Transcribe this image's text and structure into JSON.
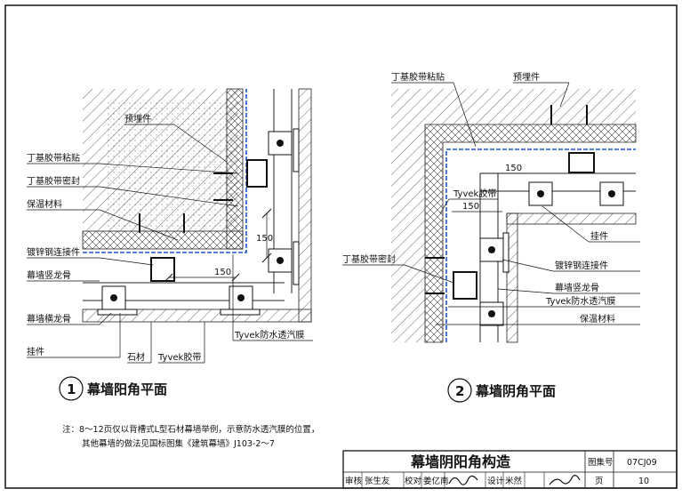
{
  "detail1": {
    "number": "1",
    "title": "幕墙阳角平面",
    "labels": {
      "embedded": "预埋件",
      "butyl_tape_stick": "丁基胶带粘贴",
      "butyl_tape_seal": "丁基胶带密封",
      "insulation": "保温材料",
      "galvanized_connector": "镀锌钢连接件",
      "vertical_keel": "幕墙竖龙骨",
      "horizontal_keel": "幕墙横龙骨",
      "hanger": "挂件",
      "stone": "石材",
      "tyvek_tape": "Tyvek胶带",
      "tyvek_membrane": "Tyvek防水透汽膜"
    },
    "dims": [
      "150",
      "150"
    ]
  },
  "detail2": {
    "number": "2",
    "title": "幕墙阴角平面",
    "labels": {
      "butyl_tape_stick": "丁基胶带粘贴",
      "embedded": "预埋件",
      "tyvek_tape": "Tyvek胶带",
      "hanger": "挂件",
      "galvanized_connector": "镀锌钢连接件",
      "butyl_tape_seal": "丁基胶带密封",
      "vertical_keel": "幕墙竖龙骨",
      "tyvek_membrane": "Tyvek防水透汽膜",
      "insulation": "保温材料"
    },
    "dims": [
      "150",
      "150"
    ]
  },
  "note": {
    "line1": "注：8～12页仅以背槽式L型石材幕墙举例，示意防水透汽膜的位置，",
    "line2": "其他幕墙的做法见国标图集《建筑幕墙》J103-2～7"
  },
  "titleblock": {
    "title": "幕墙阴阳角构造",
    "atlas_label": "图集号",
    "atlas_no": "07CJ09",
    "review_label": "审核",
    "reviewer": "张生友",
    "check_label": "校对",
    "checker": "姜亿南",
    "design_label": "设计",
    "designer": "米然",
    "page_label": "页",
    "page_no": "10"
  },
  "colors": {
    "ink": "#111111",
    "tyvek": "#1a55d6"
  }
}
